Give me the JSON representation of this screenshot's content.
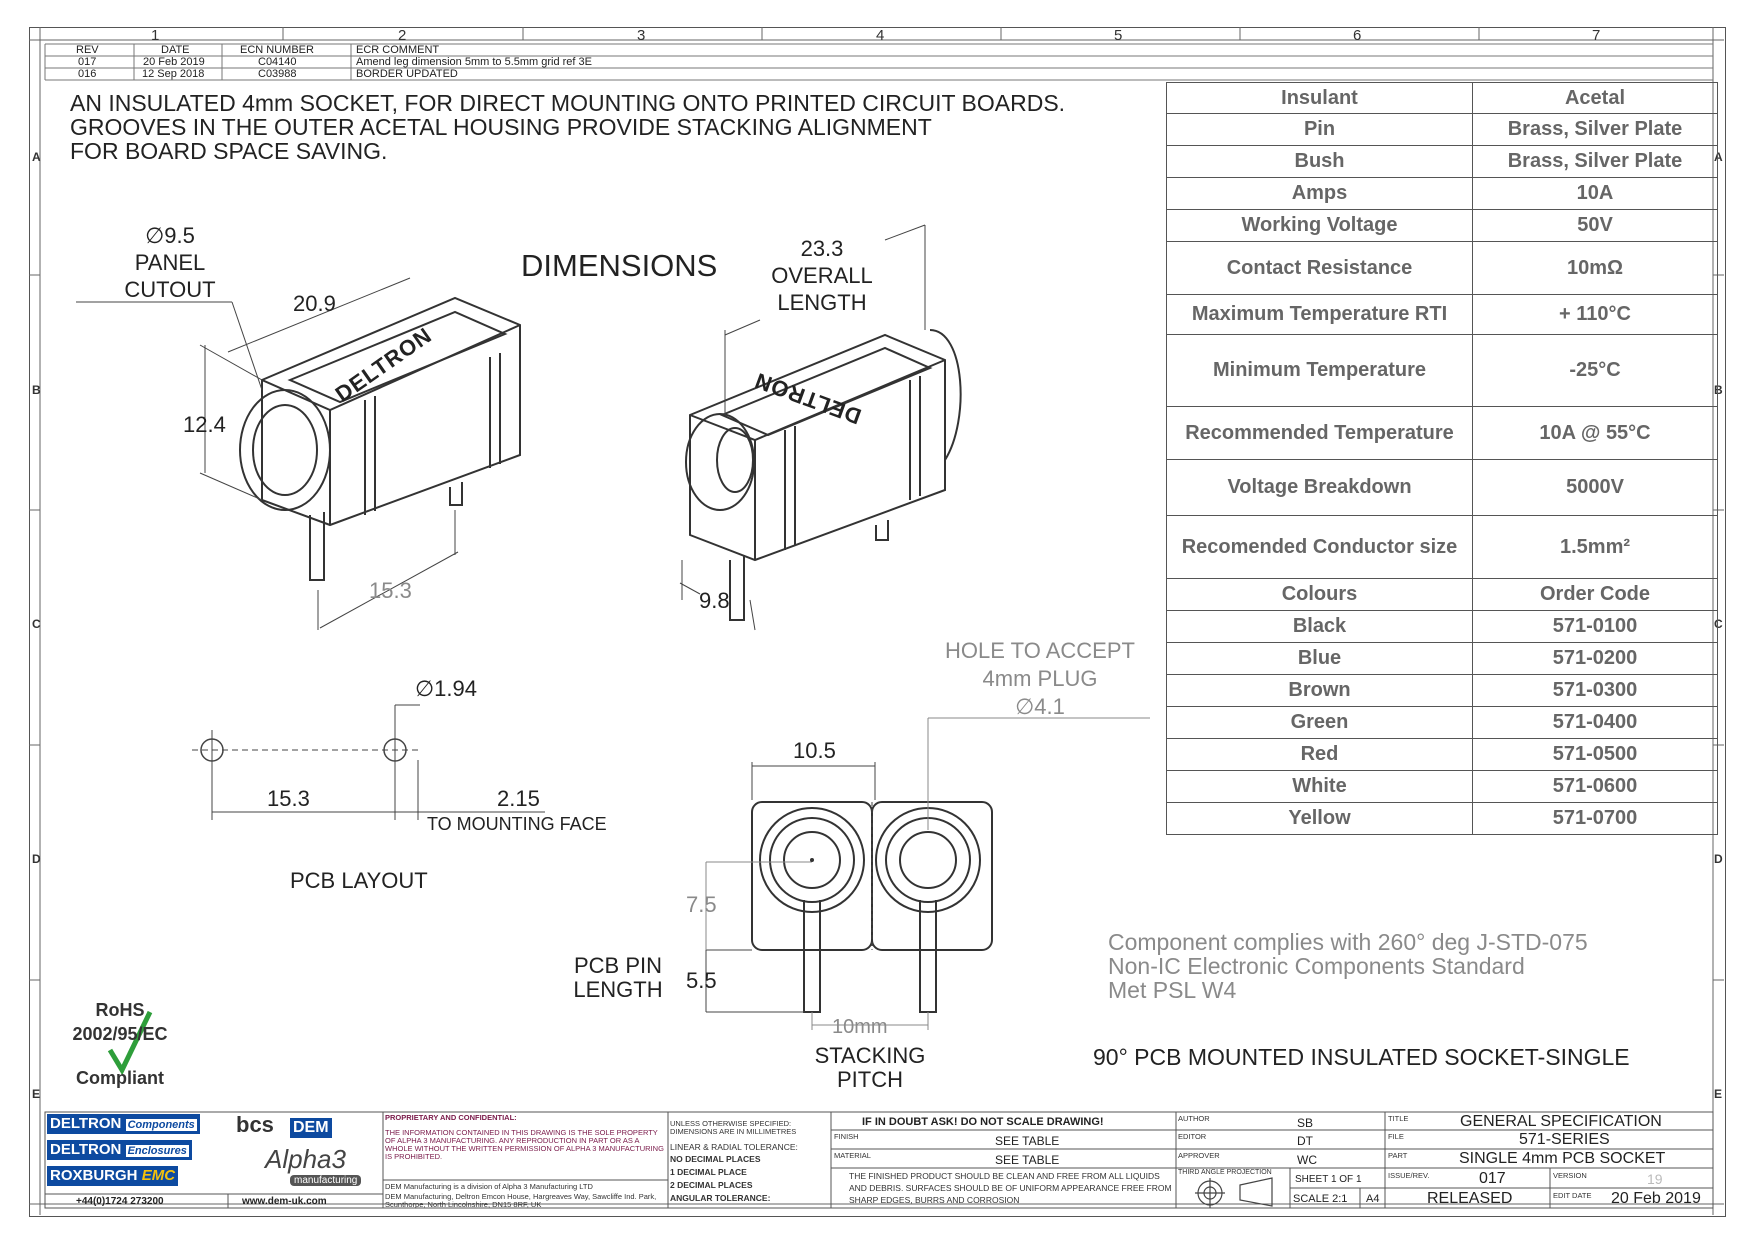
{
  "grid": {
    "columns": [
      "1",
      "2",
      "3",
      "4",
      "5",
      "6",
      "7"
    ],
    "rows": [
      "A",
      "B",
      "C",
      "D",
      "E"
    ]
  },
  "revisions": {
    "headers": [
      "REV",
      "DATE",
      "ECN NUMBER",
      "ECR COMMENT"
    ],
    "rows": [
      [
        "017",
        "20 Feb 2019",
        "C04140",
        "Amend  leg dimension 5mm to 5.5mm  grid ref 3E"
      ],
      [
        "016",
        "12 Sep 2018",
        "C03988",
        "BORDER UPDATED"
      ]
    ]
  },
  "description": [
    "AN INSULATED 4mm SOCKET, FOR DIRECT MOUNTING ONTO PRINTED CIRCUIT BOARDS.",
    "GROOVES IN THE OUTER ACETAL HOUSING PROVIDE STACKING ALIGNMENT",
    "FOR BOARD SPACE SAVING."
  ],
  "dimensions_title": "DIMENSIONS",
  "left_view": {
    "brand": "DELTRON",
    "panel_cutout": [
      "∅9.5",
      "PANEL",
      "CUTOUT"
    ],
    "width": "20.9",
    "height": "12.4",
    "depth": "15.3"
  },
  "right_view": {
    "brand": "DELTRON",
    "overall": [
      "23.3",
      "OVERALL",
      "LENGTH"
    ],
    "leg": "9.8"
  },
  "pcb_layout": {
    "hole_dia": "∅1.94",
    "spacing": "15.3",
    "offset": "2.15",
    "offset_label": "TO MOUNTING FACE",
    "title": "PCB LAYOUT"
  },
  "front_view": {
    "hole_note": [
      "HOLE TO ACCEPT",
      "4mm PLUG",
      "∅4.1"
    ],
    "width": "10.5",
    "height": "7.5",
    "pin_len": "5.5",
    "pin_label": [
      "PCB PIN",
      "LENGTH"
    ],
    "pitch": "10mm",
    "pitch_label": [
      "STACKING",
      "PITCH"
    ]
  },
  "specs": [
    [
      "Insulant",
      "Acetal"
    ],
    [
      "Pin",
      "Brass, Silver Plate"
    ],
    [
      "Bush",
      "Brass, Silver Plate"
    ],
    [
      "Amps",
      "10A"
    ],
    [
      "Working Voltage",
      "50V"
    ],
    [
      "Contact Resistance",
      "10mΩ"
    ],
    [
      "Maximum Temperature RTI",
      "+ 110°C"
    ],
    [
      "Minimum Temperature",
      "-25°C"
    ],
    [
      "Recommended Temperature",
      "10A @ 55°C"
    ],
    [
      "Voltage Breakdown",
      "5000V"
    ],
    [
      "Recomended Conductor size",
      "1.5mm²"
    ],
    [
      "Colours",
      "Order Code"
    ],
    [
      "Black",
      "571-0100"
    ],
    [
      "Blue",
      "571-0200"
    ],
    [
      "Brown",
      "571-0300"
    ],
    [
      "Green",
      "571-0400"
    ],
    [
      "Red",
      "571-0500"
    ],
    [
      "White",
      "571-0600"
    ],
    [
      "Yellow",
      "571-0700"
    ]
  ],
  "compliance": [
    "Component complies with  260° deg J-STD-075",
    "Non-IC Electronic Components Standard",
    "Met PSL W4"
  ],
  "product_title": "90°  PCB MOUNTED INSULATED SOCKET-SINGLE",
  "rohs": [
    "RoHS",
    "2002/95/EC",
    "Compliant"
  ],
  "titleblock": {
    "logos": {
      "deltron": "DELTRON",
      "components": "Components",
      "enclosures": "Enclosures",
      "roxburgh": "ROXBURGH",
      "emc": "EMC",
      "bcs": "bcs",
      "dem": "DEM",
      "alpha3": "Alpha3",
      "manufacturing": "manufacturing"
    },
    "phone": "+44(0)1724 273200",
    "web": "www.dem-uk.com",
    "prop_title": "PROPRIETARY AND CONFIDENTIAL:",
    "prop_text": "THE INFORMATION CONTAINED IN THIS DRAWING IS THE SOLE PROPERTY OF ALPHA 3 MANUFACTURING. ANY REPRODUCTION IN PART OR AS A WHOLE WITHOUT THE WRITTEN PERMISSION OF ALPHA 3 MANUFACTURING IS PROHIBITED.",
    "dem_note": "DEM Manufacturing is a division of Alpha 3 Manufacturing LTD",
    "address": "DEM Manufacturing, Deltron Emcon House, Hargreaves Way, Sawcliffe Ind. Park, Scunthorpe, North Lincolnshire, DN15 8RF, UK",
    "tolerance": [
      "UNLESS OTHERWISE SPECIFIED:",
      "DIMENSIONS ARE IN MILLIMETRES",
      "LINEAR & RADIAL TOLERANCE:",
      "NO DECIMAL PLACES",
      "1 DECIMAL PLACE",
      "2 DECIMAL PLACES",
      "ANGULAR TOLERANCE:"
    ],
    "warning": "IF IN DOUBT ASK! DO NOT SCALE DRAWING!",
    "finish_cap": "FINISH",
    "finish": "SEE TABLE",
    "material_cap": "MATERIAL",
    "material": "SEE TABLE",
    "clean_note": "THE FINISHED PRODUCT SHOULD BE CLEAN AND FREE FROM ALL LIQUIDS AND DEBRIS. SURFACES SHOULD BE OF UNIFORM APPEARANCE  FREE FROM  SHARP EDGES, BURRS AND CORROSION",
    "author_cap": "AUTHOR",
    "author": "SB",
    "editor_cap": "EDITOR",
    "editor": "DT",
    "approver_cap": "APPROVER",
    "approver": "WC",
    "projection_cap": "THIRD ANGLE PROJECTION",
    "sheet": "SHEET 1 OF 1",
    "scale": "SCALE 2:1",
    "size": "A4",
    "title_cap": "TITLE",
    "title": "GENERAL SPECIFICATION",
    "file_cap": "FILE",
    "file": "571-SERIES",
    "part_cap": "PART",
    "part": "SINGLE 4mm PCB SOCKET",
    "issue_cap": "ISSUE/REV.",
    "issue": "017",
    "version_cap": "VERSION",
    "version": "19",
    "status": "RELEASED",
    "editdate_cap": "EDIT DATE",
    "editdate": "20 Feb 2019"
  }
}
